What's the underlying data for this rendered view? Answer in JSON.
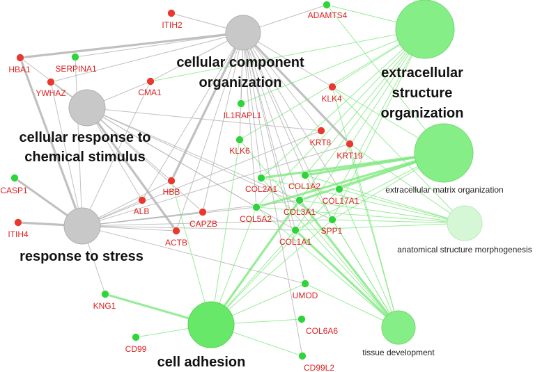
{
  "colors": {
    "red_gene": "#e8382f",
    "green_gene": "#2fd43a",
    "red_label": "#e02020",
    "term_gray": "#c8c8c8",
    "term_green_dark": "#68e868",
    "term_green_mid": "#86ee86",
    "term_green_light": "#d6f7d6",
    "edge_gray": "#b5b5b5",
    "edge_green": "#7de87d"
  },
  "terms": [
    {
      "id": "ccomp",
      "name": "cellular component organization",
      "lines": [
        "cellular component",
        "organization"
      ],
      "style": "big",
      "tone": "gray"
    },
    {
      "id": "crcs",
      "name": "cellular response to chemical stimulus",
      "lines": [
        "cellular response to",
        "chemical stimulus"
      ],
      "style": "big",
      "tone": "gray"
    },
    {
      "id": "rts",
      "name": "response to stress",
      "lines": [
        "response to stress"
      ],
      "style": "big",
      "tone": "gray"
    },
    {
      "id": "cadh",
      "name": "cell adhesion",
      "lines": [
        "cell adhesion"
      ],
      "style": "big",
      "tone": "green_dark"
    },
    {
      "id": "ecso",
      "name": "extracellular structure organization",
      "lines": [
        "extracellular",
        "structure",
        "organization"
      ],
      "style": "big",
      "tone": "green_mid"
    },
    {
      "id": "ecmo",
      "name": "extracellular matrix organization",
      "lines": [
        "extracellular matrix organization"
      ],
      "style": "small",
      "tone": "green_mid"
    },
    {
      "id": "asm",
      "name": "anatomical structure morphogenesis",
      "lines": [
        "anatomical structure morphogenesis"
      ],
      "style": "small",
      "tone": "green_light"
    },
    {
      "id": "td",
      "name": "tissue development",
      "lines": [
        "tissue development"
      ],
      "style": "small",
      "tone": "green_mid"
    }
  ],
  "genes": [
    {
      "id": "ITIH2",
      "label": "ITIH2",
      "color": "red"
    },
    {
      "id": "ADAMTS4",
      "label": "ADAMTS4",
      "color": "green"
    },
    {
      "id": "HBA1",
      "label": "HBA1",
      "color": "red"
    },
    {
      "id": "SERPINA1",
      "label": "SERPINA1",
      "color": "green"
    },
    {
      "id": "YWHAZ",
      "label": "YWHAZ",
      "color": "red"
    },
    {
      "id": "CMA1",
      "label": "CMA1",
      "color": "red"
    },
    {
      "id": "KLK4",
      "label": "KLK4",
      "color": "red"
    },
    {
      "id": "IL1RAPL1",
      "label": "IL1RAPL1",
      "color": "green"
    },
    {
      "id": "KRT8",
      "label": "KRT8",
      "color": "red"
    },
    {
      "id": "KRT19",
      "label": "KRT19",
      "color": "red"
    },
    {
      "id": "KLK6",
      "label": "KLK6",
      "color": "green"
    },
    {
      "id": "CASP1",
      "label": "CASP1",
      "color": "green"
    },
    {
      "id": "HBB",
      "label": "HBB",
      "color": "red"
    },
    {
      "id": "COL2A1",
      "label": "COL2A1",
      "color": "green"
    },
    {
      "id": "COL1A2",
      "label": "COL1A2",
      "color": "green"
    },
    {
      "id": "COL17A1",
      "label": "COL17A1",
      "color": "green"
    },
    {
      "id": "ALB",
      "label": "ALB",
      "color": "red"
    },
    {
      "id": "COL3A1",
      "label": "COL3A1",
      "color": "green"
    },
    {
      "id": "COL5A2",
      "label": "COL5A2",
      "color": "green"
    },
    {
      "id": "CAPZB",
      "label": "CAPZB",
      "color": "red"
    },
    {
      "id": "ITIH4",
      "label": "ITIH4",
      "color": "red"
    },
    {
      "id": "SPP1",
      "label": "SPP1",
      "color": "green"
    },
    {
      "id": "ACTB",
      "label": "ACTB",
      "color": "red"
    },
    {
      "id": "COL1A1",
      "label": "COL1A1",
      "color": "green"
    },
    {
      "id": "UMOD",
      "label": "UMOD",
      "color": "green"
    },
    {
      "id": "KNG1",
      "label": "KNG1",
      "color": "green"
    },
    {
      "id": "COL6A6",
      "label": "COL6A6",
      "color": "green"
    },
    {
      "id": "CD99",
      "label": "CD99",
      "color": "green"
    },
    {
      "id": "CD99L2",
      "label": "CD99L2",
      "color": "green"
    }
  ],
  "edges": [
    [
      "ITIH2",
      "ccomp",
      "gray",
      1
    ],
    [
      "ADAMTS4",
      "ccomp",
      "gray",
      1
    ],
    [
      "HBA1",
      "ccomp",
      "gray",
      3
    ],
    [
      "SERPINA1",
      "ccomp",
      "gray",
      1
    ],
    [
      "YWHAZ",
      "ccomp",
      "gray",
      1
    ],
    [
      "CMA1",
      "ccomp",
      "gray",
      1
    ],
    [
      "KLK4",
      "ccomp",
      "gray",
      1
    ],
    [
      "IL1RAPL1",
      "ccomp",
      "gray",
      1
    ],
    [
      "KRT8",
      "ccomp",
      "gray",
      1
    ],
    [
      "KRT19",
      "ccomp",
      "gray",
      3
    ],
    [
      "KLK6",
      "ccomp",
      "gray",
      1
    ],
    [
      "HBB",
      "ccomp",
      "gray",
      3
    ],
    [
      "COL2A1",
      "ccomp",
      "gray",
      1
    ],
    [
      "COL1A2",
      "ccomp",
      "gray",
      1
    ],
    [
      "COL17A1",
      "ccomp",
      "gray",
      1
    ],
    [
      "ALB",
      "ccomp",
      "gray",
      1
    ],
    [
      "COL3A1",
      "ccomp",
      "gray",
      1
    ],
    [
      "COL5A2",
      "ccomp",
      "gray",
      1
    ],
    [
      "CAPZB",
      "ccomp",
      "gray",
      1
    ],
    [
      "SPP1",
      "ccomp",
      "gray",
      1
    ],
    [
      "ACTB",
      "ccomp",
      "gray",
      1
    ],
    [
      "COL1A1",
      "ccomp",
      "gray",
      1
    ],
    [
      "UMOD",
      "ccomp",
      "gray",
      1
    ],
    [
      "CD99L2",
      "ccomp",
      "gray",
      1
    ],
    [
      "HBA1",
      "crcs",
      "gray",
      1
    ],
    [
      "YWHAZ",
      "crcs",
      "gray",
      1
    ],
    [
      "CMA1",
      "crcs",
      "gray",
      1
    ],
    [
      "HBB",
      "crcs",
      "gray",
      1
    ],
    [
      "ALB",
      "crcs",
      "gray",
      1
    ],
    [
      "CAPZB",
      "crcs",
      "gray",
      1
    ],
    [
      "ACTB",
      "crcs",
      "gray",
      3
    ],
    [
      "KRT8",
      "crcs",
      "gray",
      1
    ],
    [
      "COL1A1",
      "crcs",
      "gray",
      1
    ],
    [
      "COL3A1",
      "crcs",
      "gray",
      1
    ],
    [
      "SPP1",
      "crcs",
      "gray",
      1
    ],
    [
      "COL5A2",
      "crcs",
      "gray",
      1
    ],
    [
      "HBA1",
      "rts",
      "gray",
      3
    ],
    [
      "SERPINA1",
      "rts",
      "gray",
      1
    ],
    [
      "YWHAZ",
      "rts",
      "gray",
      1
    ],
    [
      "CMA1",
      "rts",
      "gray",
      1
    ],
    [
      "CASP1",
      "rts",
      "gray",
      3
    ],
    [
      "ITIH4",
      "rts",
      "gray",
      3
    ],
    [
      "HBB",
      "rts",
      "gray",
      1
    ],
    [
      "ALB",
      "rts",
      "gray",
      1
    ],
    [
      "CAPZB",
      "rts",
      "gray",
      1
    ],
    [
      "ACTB",
      "rts",
      "gray",
      1
    ],
    [
      "KRT8",
      "rts",
      "gray",
      1
    ],
    [
      "COL3A1",
      "rts",
      "gray",
      1
    ],
    [
      "COL5A2",
      "rts",
      "gray",
      1
    ],
    [
      "KNG1",
      "rts",
      "gray",
      1
    ],
    [
      "UMOD",
      "rts",
      "gray",
      1
    ],
    [
      "SPP1",
      "rts",
      "gray",
      1
    ],
    [
      "KRT19",
      "rts",
      "gray",
      1
    ],
    [
      "COL1A1",
      "rts",
      "gray",
      1
    ],
    [
      "HBB",
      "cadh",
      "green",
      1
    ],
    [
      "KNG1",
      "cadh",
      "green",
      3
    ],
    [
      "CD99",
      "cadh",
      "green",
      1
    ],
    [
      "CD99L2",
      "cadh",
      "green",
      1
    ],
    [
      "COL6A6",
      "cadh",
      "green",
      1
    ],
    [
      "COL3A1",
      "cadh",
      "green",
      3
    ],
    [
      "COL1A1",
      "cadh",
      "green",
      1
    ],
    [
      "SPP1",
      "cadh",
      "green",
      1
    ],
    [
      "COL5A2",
      "cadh",
      "green",
      1
    ],
    [
      "KLK6",
      "cadh",
      "green",
      1
    ],
    [
      "UMOD",
      "cadh",
      "green",
      1
    ],
    [
      "COL17A1",
      "cadh",
      "green",
      1
    ],
    [
      "ADAMTS4",
      "ecso",
      "green",
      1
    ],
    [
      "KLK4",
      "ecso",
      "green",
      1
    ],
    [
      "KLK6",
      "ecso",
      "green",
      1
    ],
    [
      "COL2A1",
      "ecso",
      "green",
      1
    ],
    [
      "COL1A2",
      "ecso",
      "green",
      1
    ],
    [
      "COL17A1",
      "ecso",
      "green",
      1
    ],
    [
      "COL3A1",
      "ecso",
      "green",
      1
    ],
    [
      "COL5A2",
      "ecso",
      "green",
      1
    ],
    [
      "COL1A1",
      "ecso",
      "green",
      1
    ],
    [
      "SPP1",
      "ecso",
      "green",
      1
    ],
    [
      "IL1RAPL1",
      "ecso",
      "green",
      1
    ],
    [
      "CMA1",
      "ecso",
      "green",
      1
    ],
    [
      "ADAMTS4",
      "ecmo",
      "green",
      1
    ],
    [
      "KLK4",
      "ecmo",
      "green",
      1
    ],
    [
      "COL2A1",
      "ecmo",
      "green",
      3
    ],
    [
      "COL1A2",
      "ecmo",
      "green",
      3
    ],
    [
      "COL17A1",
      "ecmo",
      "green",
      1
    ],
    [
      "COL3A1",
      "ecmo",
      "green",
      3
    ],
    [
      "COL5A2",
      "ecmo",
      "green",
      3
    ],
    [
      "COL1A1",
      "ecmo",
      "green",
      1
    ],
    [
      "SPP1",
      "ecmo",
      "green",
      1
    ],
    [
      "COL2A1",
      "asm",
      "green",
      1
    ],
    [
      "COL1A2",
      "asm",
      "green",
      1
    ],
    [
      "COL3A1",
      "asm",
      "green",
      1
    ],
    [
      "COL1A1",
      "asm",
      "green",
      1
    ],
    [
      "SPP1",
      "asm",
      "green",
      1
    ],
    [
      "KLK4",
      "asm",
      "green",
      1
    ],
    [
      "KRT19",
      "asm",
      "green",
      1
    ],
    [
      "COL17A1",
      "asm",
      "green",
      1
    ],
    [
      "COL5A2",
      "asm",
      "green",
      1
    ],
    [
      "COL2A1",
      "td",
      "green",
      1
    ],
    [
      "COL1A2",
      "td",
      "green",
      1
    ],
    [
      "COL3A1",
      "td",
      "green",
      3
    ],
    [
      "COL1A1",
      "td",
      "green",
      3
    ],
    [
      "SPP1",
      "td",
      "green",
      1
    ],
    [
      "KLK4",
      "td",
      "green",
      1
    ],
    [
      "KRT19",
      "td",
      "green",
      1
    ],
    [
      "COL17A1",
      "td",
      "green",
      1
    ],
    [
      "UMOD",
      "td",
      "green",
      1
    ],
    [
      "KLK6",
      "td",
      "green",
      1
    ],
    [
      "COL5A2",
      "td",
      "green",
      1
    ]
  ]
}
